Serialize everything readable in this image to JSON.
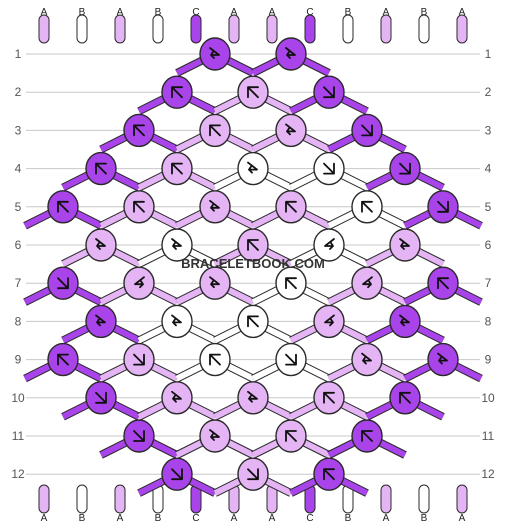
{
  "site_watermark": "BRACELETBOOK.COM",
  "colors": {
    "A": "#e4b4f5",
    "B": "#ffffff",
    "C": "#a844ea",
    "stroke": "#2a2a2a",
    "guide": "#c8c8c8"
  },
  "top_labels": [
    "A",
    "B",
    "A",
    "B",
    "C",
    "A",
    "A",
    "C",
    "B",
    "A",
    "B",
    "A"
  ],
  "bottom_labels": [
    "A",
    "B",
    "A",
    "B",
    "C",
    "A",
    "A",
    "C",
    "B",
    "A",
    "B",
    "A"
  ],
  "row_numbers": [
    "1",
    "2",
    "3",
    "4",
    "5",
    "6",
    "7",
    "8",
    "9",
    "10",
    "11",
    "12"
  ],
  "knot_rows": [
    [
      {
        "c": "C",
        "k": "fb"
      },
      {
        "c": "C",
        "k": "fb"
      }
    ],
    [
      {
        "c": "C",
        "k": "b"
      },
      {
        "c": "A",
        "k": "b"
      },
      {
        "c": "C",
        "k": "f"
      }
    ],
    [
      {
        "c": "C",
        "k": "b"
      },
      {
        "c": "A",
        "k": "b"
      },
      {
        "c": "A",
        "k": "fb"
      },
      {
        "c": "C",
        "k": "f"
      }
    ],
    [
      {
        "c": "C",
        "k": "b"
      },
      {
        "c": "A",
        "k": "b"
      },
      {
        "c": "B",
        "k": "fb"
      },
      {
        "c": "B",
        "k": "f"
      },
      {
        "c": "C",
        "k": "f"
      }
    ],
    [
      {
        "c": "C",
        "k": "b"
      },
      {
        "c": "A",
        "k": "b"
      },
      {
        "c": "A",
        "k": "fb"
      },
      {
        "c": "A",
        "k": "b"
      },
      {
        "c": "B",
        "k": "b"
      },
      {
        "c": "C",
        "k": "f"
      }
    ],
    [
      {
        "c": "A",
        "k": "fb"
      },
      {
        "c": "B",
        "k": "fb"
      },
      {
        "c": "A",
        "k": "b"
      },
      {
        "c": "B",
        "k": "bf"
      },
      {
        "c": "A",
        "k": "fb"
      }
    ],
    [
      {
        "c": "C",
        "k": "f"
      },
      {
        "c": "A",
        "k": "bf"
      },
      {
        "c": "A",
        "k": "fb"
      },
      {
        "c": "B",
        "k": "b"
      },
      {
        "c": "A",
        "k": "bf"
      },
      {
        "c": "C",
        "k": "b"
      }
    ],
    [
      {
        "c": "C",
        "k": "fb"
      },
      {
        "c": "B",
        "k": "fb"
      },
      {
        "c": "B",
        "k": "b"
      },
      {
        "c": "A",
        "k": "bf"
      },
      {
        "c": "C",
        "k": "fb"
      }
    ],
    [
      {
        "c": "C",
        "k": "b"
      },
      {
        "c": "A",
        "k": "f"
      },
      {
        "c": "B",
        "k": "b"
      },
      {
        "c": "B",
        "k": "f"
      },
      {
        "c": "A",
        "k": "fb"
      },
      {
        "c": "C",
        "k": "fb"
      }
    ],
    [
      {
        "c": "C",
        "k": "f"
      },
      {
        "c": "A",
        "k": "fb"
      },
      {
        "c": "A",
        "k": "fb"
      },
      {
        "c": "A",
        "k": "b"
      },
      {
        "c": "C",
        "k": "b"
      }
    ],
    [
      {
        "c": "C",
        "k": "f"
      },
      {
        "c": "A",
        "k": "fb"
      },
      {
        "c": "A",
        "k": "b"
      },
      {
        "c": "C",
        "k": "b"
      }
    ],
    [
      {
        "c": "C",
        "k": "f"
      },
      {
        "c": "A",
        "k": "f"
      },
      {
        "c": "C",
        "k": "b"
      }
    ]
  ]
}
